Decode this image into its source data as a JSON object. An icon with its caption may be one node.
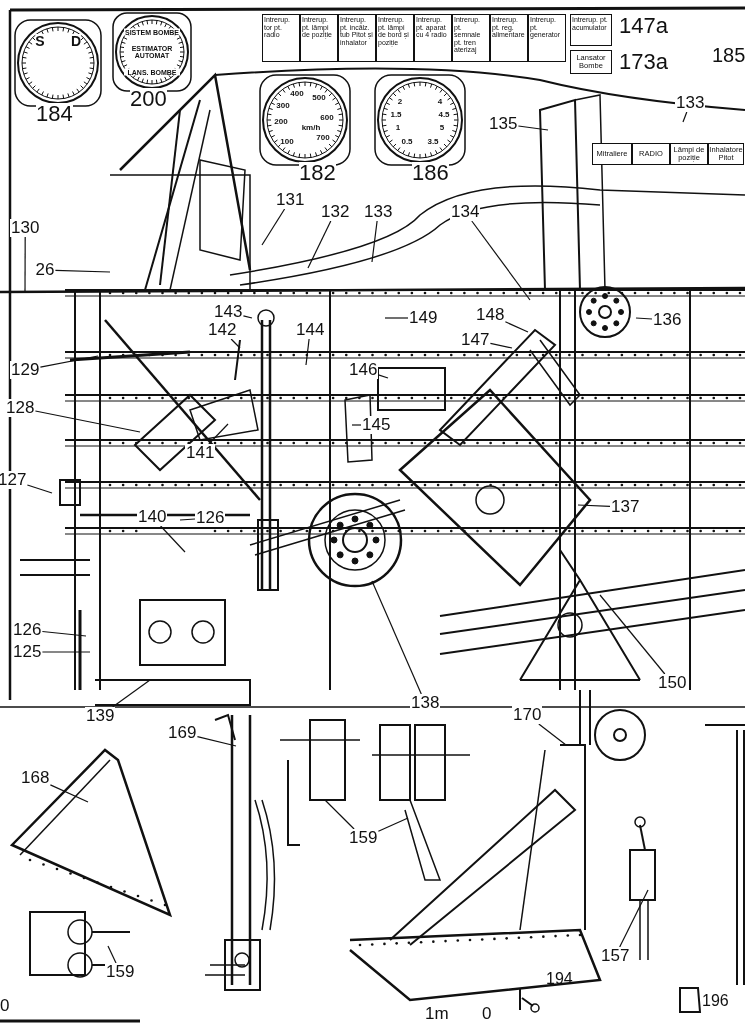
{
  "diagram": {
    "nodes": [
      {
        "text": [
          "S",
          "D"
        ],
        "beside": [
          "184"
        ]
      },
      {
        "text": [
          "SISTEM BOMBE",
          "ESTIMATOR AUTOMAT",
          "LANS. BOMBE"
        ],
        "beside": [
          "200"
        ]
      },
      {
        "text": [
          "Intrerup. tor pt. radio"
        ]
      },
      {
        "text": [
          "Intrerup. pt. lămpi de poziție"
        ]
      },
      {
        "text": [
          "Intrerup. pt. incălz. tub Pitot și inhalator"
        ]
      },
      {
        "text": [
          "Intrerup. pt. lămpi de bord și poziție"
        ]
      },
      {
        "text": [
          "Intrerup. pt. aparat cu 4 radio"
        ]
      },
      {
        "text": [
          "Intrerup. pt. semnale pt. tren aterizaj"
        ]
      },
      {
        "text": [
          "Intrerup. pt. reg. alimentare"
        ]
      },
      {
        "text": [
          "Intrerup. pt. generator"
        ]
      },
      {
        "text": [
          "Intrerup. pt. acumulator"
        ],
        "beside": [
          "147a"
        ]
      },
      {
        "text": [
          "Lansator Bombe"
        ],
        "beside": [
          "173a"
        ]
      },
      {
        "text": [
          "400",
          "500",
          "300",
          "200",
          "600",
          "km/h",
          "700",
          "100"
        ],
        "beside": [
          "182"
        ]
      },
      {
        "text": [
          "2",
          "4",
          "1.5",
          "4.5",
          "1",
          "5",
          "0.5",
          "3.5"
        ],
        "beside": [
          "186"
        ]
      },
      {
        "text": [
          "Mitraliere"
        ]
      },
      {
        "text": [
          "RADIO"
        ]
      },
      {
        "text": [
          "Lămpi de poziție"
        ]
      },
      {
        "text": [
          "Inhalatore Pitot"
        ]
      },
      {
        "text": [
          "130"
        ]
      },
      {
        "text": [
          "26"
        ]
      },
      {
        "text": [
          "131"
        ]
      },
      {
        "text": [
          "132"
        ]
      },
      {
        "text": [
          "133"
        ]
      },
      {
        "text": [
          "134"
        ]
      },
      {
        "text": [
          "135"
        ]
      },
      {
        "text": [
          "133"
        ]
      },
      {
        "text": [
          "136"
        ]
      },
      {
        "text": [
          "143"
        ]
      },
      {
        "text": [
          "142"
        ]
      },
      {
        "text": [
          "144"
        ]
      },
      {
        "text": [
          "149"
        ]
      },
      {
        "text": [
          "148"
        ]
      },
      {
        "text": [
          "147"
        ]
      },
      {
        "text": [
          "129"
        ]
      },
      {
        "text": [
          "146"
        ]
      },
      {
        "text": [
          "128"
        ]
      },
      {
        "text": [
          "145"
        ]
      },
      {
        "text": [
          "141"
        ]
      },
      {
        "text": [
          "127"
        ]
      },
      {
        "text": [
          "140"
        ]
      },
      {
        "text": [
          "126"
        ]
      },
      {
        "text": [
          "137"
        ]
      },
      {
        "text": [
          "126"
        ]
      },
      {
        "text": [
          "125"
        ]
      },
      {
        "text": [
          "139"
        ]
      },
      {
        "text": [
          "138"
        ]
      },
      {
        "text": [
          "150"
        ]
      },
      {
        "text": [
          "169"
        ]
      },
      {
        "text": [
          "168"
        ]
      },
      {
        "text": [
          "159"
        ]
      },
      {
        "text": [
          "170"
        ]
      },
      {
        "text": [
          "159"
        ]
      },
      {
        "text": [
          "157"
        ]
      }
    ],
    "edges": [
      {
        "from": 18,
        "to": null,
        "arrow": "none"
      },
      {
        "from": 19,
        "to": null,
        "arrow": "none"
      },
      {
        "from": 20,
        "to": null,
        "arrow": "none"
      },
      {
        "from": 21,
        "to": null,
        "arrow": "none"
      },
      {
        "from": 22,
        "to": null,
        "arrow": "none"
      },
      {
        "from": 23,
        "to": null,
        "arrow": "none"
      },
      {
        "from": 24,
        "to": null,
        "arrow": "none"
      },
      {
        "from": 25,
        "to": null,
        "arrow": "none"
      },
      {
        "from": 26,
        "to": null,
        "arrow": "none"
      },
      {
        "from": 27,
        "to": null,
        "arrow": "none"
      },
      {
        "from": 28,
        "to": null,
        "arrow": "none"
      },
      {
        "from": 29,
        "to": null,
        "arrow": "none"
      },
      {
        "from": 30,
        "to": null,
        "arrow": "none"
      },
      {
        "from": 31,
        "to": null,
        "arrow": "none"
      },
      {
        "from": 32,
        "to": null,
        "arrow": "none"
      },
      {
        "from": 33,
        "to": null,
        "arrow": "none"
      },
      {
        "from": 34,
        "to": null,
        "arrow": "none"
      },
      {
        "from": 35,
        "to": null,
        "arrow": "none"
      },
      {
        "from": 36,
        "to": null,
        "arrow": "none"
      },
      {
        "from": 37,
        "to": null,
        "arrow": "none"
      },
      {
        "from": 38,
        "to": null,
        "arrow": "none"
      },
      {
        "from": 39,
        "to": null,
        "arrow": "none"
      },
      {
        "from": 40,
        "to": null,
        "arrow": "none"
      },
      {
        "from": 41,
        "to": null,
        "arrow": "none"
      },
      {
        "from": 42,
        "to": null,
        "arrow": "none"
      },
      {
        "from": 43,
        "to": null,
        "arrow": "none"
      },
      {
        "from": 44,
        "to": null,
        "arrow": "none"
      },
      {
        "from": 45,
        "to": null,
        "arrow": "none"
      },
      {
        "from": 46,
        "to": null,
        "arrow": "none"
      },
      {
        "from": 47,
        "to": null,
        "arrow": "none"
      },
      {
        "from": 48,
        "to": null,
        "arrow": "none"
      },
      {
        "from": 49,
        "to": null,
        "arrow": "none"
      },
      {
        "from": 49,
        "to": null,
        "arrow": "none"
      },
      {
        "from": 50,
        "to": null,
        "arrow": "none"
      },
      {
        "from": 51,
        "to": null,
        "arrow": "none"
      },
      {
        "from": 52,
        "to": null,
        "arrow": "none"
      }
    ],
    "labels": [
      "185",
      "194",
      "196",
      "1m",
      "0",
      "0"
    ]
  }
}
